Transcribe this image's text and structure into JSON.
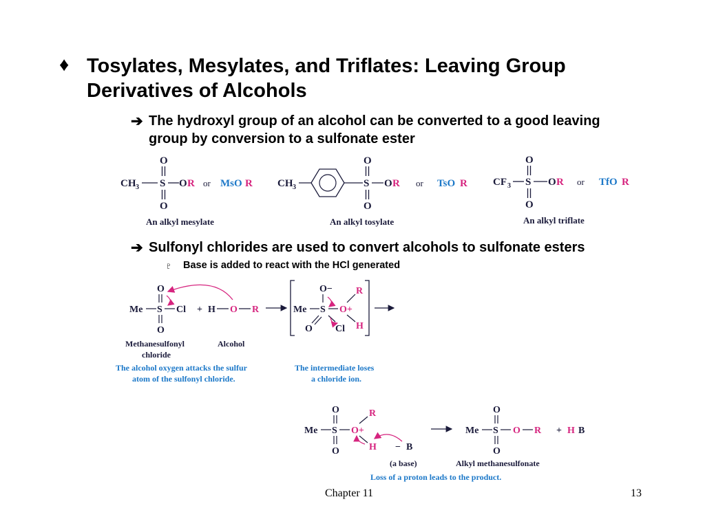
{
  "slide": {
    "bullet_symbol": "♦",
    "title": "Tosylates, Mesylates, and Triflates: Leaving Group Derivatives of Alcohols",
    "points": [
      {
        "arrow": "➔",
        "text": "The hydroxyl group of an alcohol can be converted to a good leaving group by conversion to a sulfonate ester"
      },
      {
        "arrow": "➔",
        "text": "Sulfonyl chlorides are used to convert alcohols to sulfonate esters",
        "subpoints": [
          {
            "marker": "♇",
            "text": "Base is added to react with the HCl generated"
          }
        ]
      }
    ]
  },
  "figure1": {
    "mesylate": {
      "left": "CH",
      "sub": "3",
      "S": "S",
      "O": "O",
      "OR_O": "O",
      "OR_R": "R",
      "or": "or",
      "abbr": "MsO",
      "abbr_R": "R",
      "caption": "An alkyl mesylate"
    },
    "tosylate": {
      "left": "CH",
      "sub": "3",
      "S": "S",
      "O": "O",
      "OR_O": "O",
      "OR_R": "R",
      "or": "or",
      "abbr": "TsO",
      "abbr_R": "R",
      "caption": "An alkyl tosylate"
    },
    "triflate": {
      "left": "CF",
      "sub": "3",
      "S": "S",
      "O": "O",
      "OR_O": "O",
      "OR_R": "R",
      "or": "or",
      "abbr": "TfO",
      "abbr_R": "R",
      "caption": "An alkyl triflate"
    }
  },
  "figure2": {
    "me": "Me",
    "s": "S",
    "o": "O",
    "cl": "Cl",
    "plus": "+",
    "h": "H",
    "r": "R",
    "o_minus": "O−",
    "o_plus": "O+",
    "b": "B",
    "minus": "−",
    "hb": "H",
    "label_sulfonyl": "Methanesulfonyl",
    "label_sulfonyl2": "chloride",
    "label_alcohol": "Alcohol",
    "note1_l1": "The alcohol oxygen attacks the sulfur",
    "note1_l2": "atom of the sulfonyl chloride.",
    "note2_l1": "The intermediate loses",
    "note2_l2": "a chloride ion.",
    "label_base": "(a base)",
    "label_product": "Alkyl methanesulfonate",
    "note3": "Loss of a proton leads to the product."
  },
  "footer": {
    "chapter": "Chapter 11",
    "page": "13"
  },
  "colors": {
    "accent_blue": "#1c78c8",
    "accent_magenta": "#d6257f",
    "structure": "#1a1a3a"
  }
}
